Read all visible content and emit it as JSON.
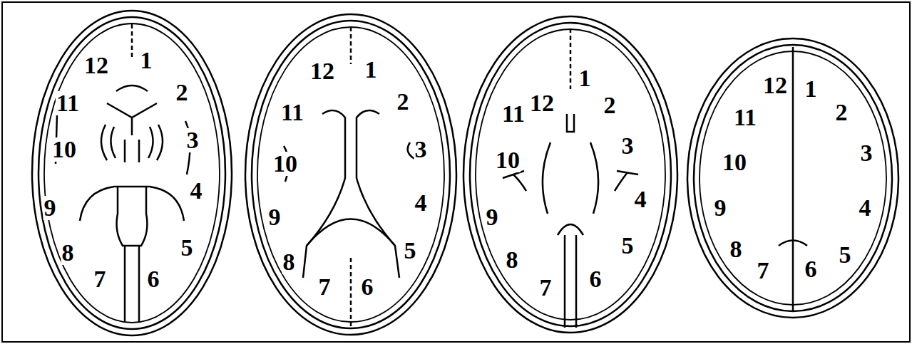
{
  "diagram": {
    "labels": [
      "1",
      "2",
      "3",
      "4",
      "5",
      "6",
      "7",
      "8",
      "9",
      "10",
      "11",
      "12",
      "1",
      "2",
      "3",
      "4",
      "5",
      "6",
      "7",
      "8",
      "9",
      "10",
      "11",
      "12",
      "1",
      "2",
      "3",
      "4",
      "5",
      "6",
      "7",
      "8",
      "9",
      "10",
      "11",
      "12",
      "1",
      "2",
      "3",
      "4",
      "5",
      "6",
      "7",
      "8",
      "9",
      "10",
      "11",
      "12"
    ]
  }
}
